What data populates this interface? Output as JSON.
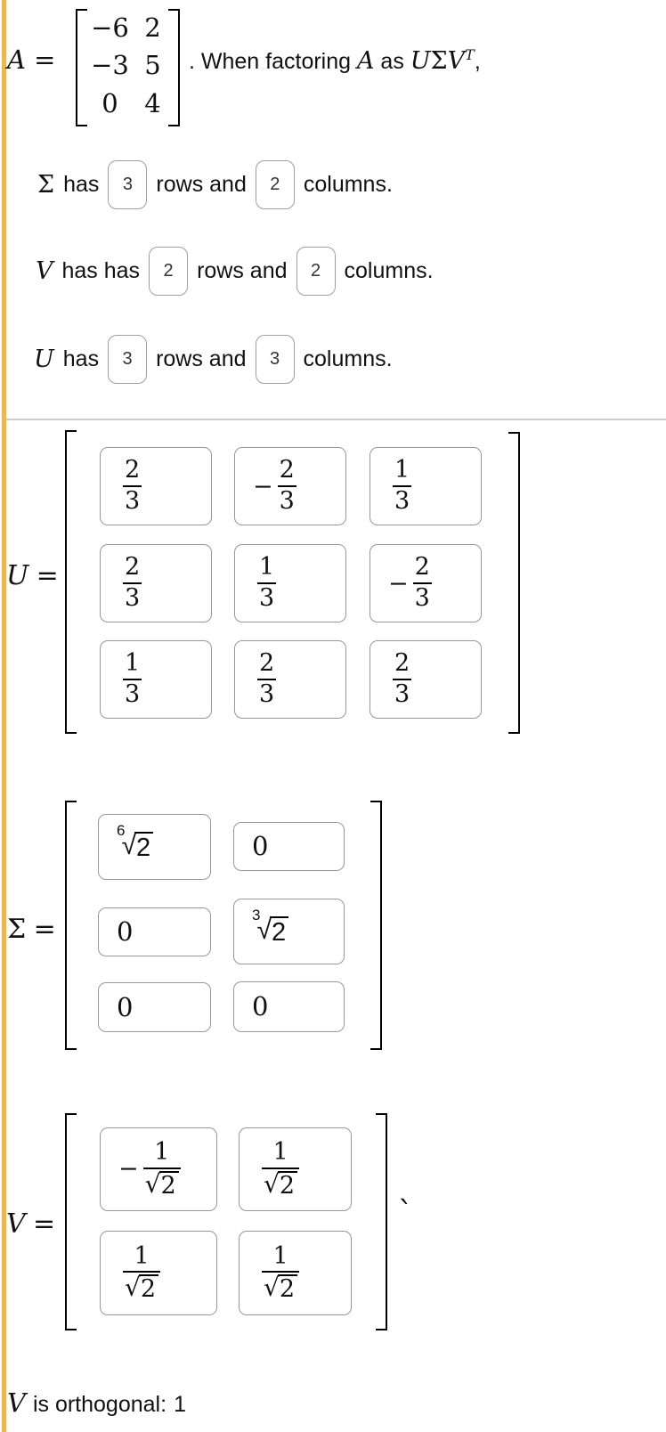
{
  "symbols": {
    "radical": "√",
    "equals": "="
  },
  "colors": {
    "accent_border": "#f0b843",
    "box_border": "#979797",
    "question_box_border": "#9f9f9f",
    "divider": "#cbcbcb",
    "text": "#111111"
  },
  "intro": {
    "lhs": "A",
    "equals": "=",
    "matrix_rows": [
      [
        "−6",
        "2"
      ],
      [
        "−3",
        "5"
      ],
      [
        "0",
        "4"
      ]
    ],
    "text_1": ". When factoring ",
    "math_A": "A",
    "text_2": " as ",
    "math_U": "U",
    "math_Sigma": "Σ",
    "math_V": "V",
    "sup_T": "T",
    "text_3": ","
  },
  "questions": [
    {
      "math": "Σ",
      "pre": "has",
      "rows_value": "3",
      "mid": "rows and",
      "cols_value": "2",
      "post": "columns."
    },
    {
      "math": "V",
      "pre": "has has",
      "rows_value": "2",
      "mid": "rows and",
      "cols_value": "2",
      "post": "columns."
    },
    {
      "math": "U",
      "pre": "has",
      "rows_value": "3",
      "mid": "rows and",
      "cols_value": "3",
      "post": "columns."
    }
  ],
  "U_matrix": {
    "label": "U",
    "equals": "=",
    "cells": [
      [
        {
          "sign": "",
          "num": "2",
          "den": "3"
        },
        {
          "sign": "−",
          "num": "2",
          "den": "3"
        },
        {
          "sign": "",
          "num": "1",
          "den": "3"
        }
      ],
      [
        {
          "sign": "",
          "num": "2",
          "den": "3"
        },
        {
          "sign": "",
          "num": "1",
          "den": "3"
        },
        {
          "sign": "−",
          "num": "2",
          "den": "3"
        }
      ],
      [
        {
          "sign": "",
          "num": "1",
          "den": "3"
        },
        {
          "sign": "",
          "num": "2",
          "den": "3"
        },
        {
          "sign": "",
          "num": "2",
          "den": "3"
        }
      ]
    ]
  },
  "Sigma_matrix": {
    "label": "Σ",
    "equals": "=",
    "cells": [
      [
        {
          "type": "root",
          "index": "6",
          "radicand": "2"
        },
        {
          "type": "plain",
          "value": "0"
        }
      ],
      [
        {
          "type": "plain",
          "value": "0"
        },
        {
          "type": "root",
          "index": "3",
          "radicand": "2"
        }
      ],
      [
        {
          "type": "plain",
          "value": "0"
        },
        {
          "type": "plain",
          "value": "0"
        }
      ]
    ]
  },
  "V_matrix": {
    "label": "V",
    "equals": "=",
    "trailing_mark": "`",
    "cells": [
      [
        {
          "sign": "−",
          "num": "1",
          "den": "2"
        },
        {
          "sign": "",
          "num": "1",
          "den": "2"
        }
      ],
      [
        {
          "sign": "",
          "num": "1",
          "den": "2"
        },
        {
          "sign": "",
          "num": "1",
          "den": "2"
        }
      ]
    ]
  },
  "footer": {
    "math": "V",
    "text": "is orthogonal:",
    "value": "1"
  }
}
